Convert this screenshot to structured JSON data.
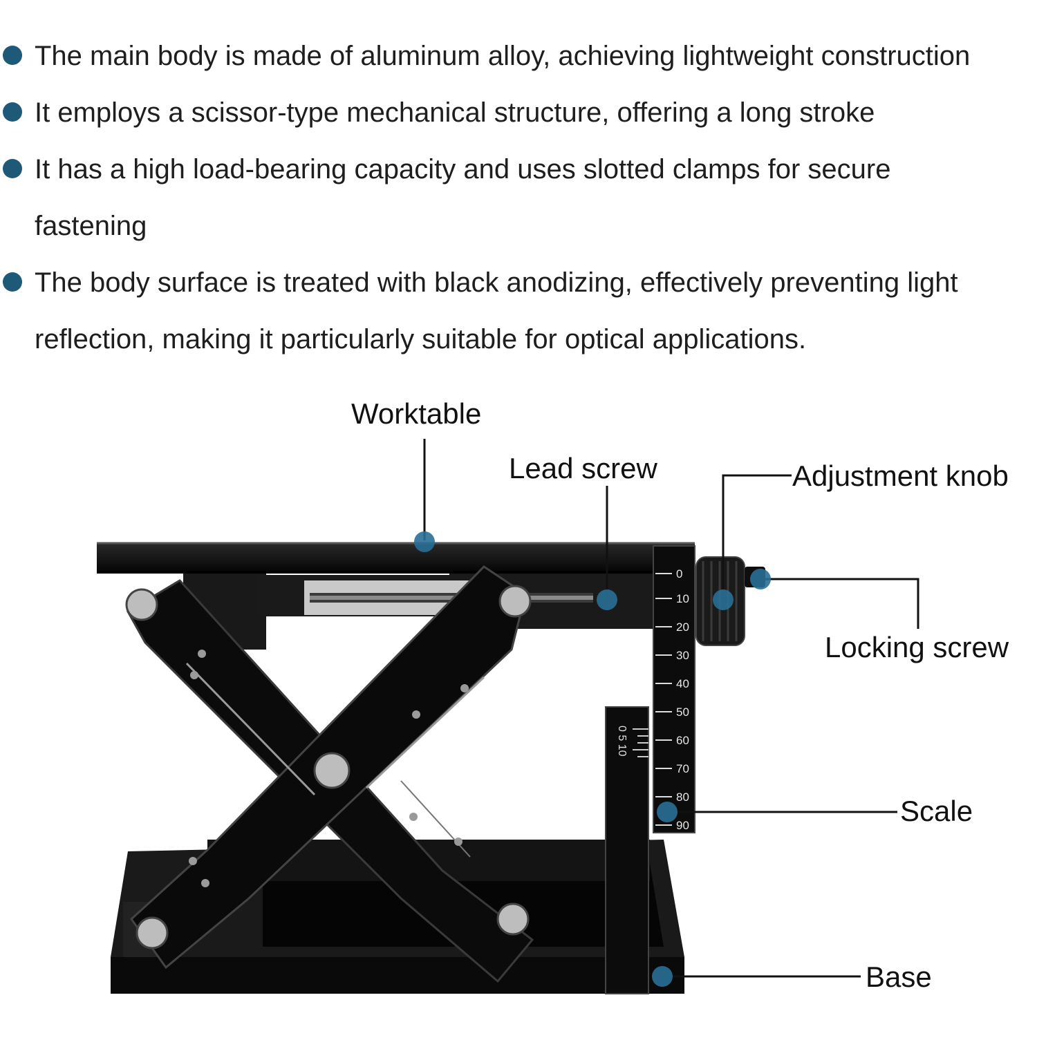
{
  "features": [
    "The main body is made of aluminum alloy, achieving lightweight construction",
    "It employs a scissor-type mechanical structure, offering a long stroke",
    "It has a high load-bearing capacity and uses slotted clamps for secure fastening",
    "The body surface is treated with black anodizing, effectively preventing light reflection, making it particularly suitable for optical applications."
  ],
  "labels": {
    "worktable": "Worktable",
    "lead_screw": "Lead screw",
    "adjustment_knob": "Adjustment knob",
    "locking_screw": "Locking screw",
    "scale": "Scale",
    "base": "Base"
  },
  "scale": {
    "main_ticks": [
      "0",
      "10",
      "20",
      "30",
      "40",
      "50",
      "60",
      "70",
      "80",
      "90"
    ],
    "vernier_label": "0 5 10"
  },
  "colors": {
    "bullet": "#1e5a78",
    "marker": "#2a6f96",
    "body": "#0b0b0b"
  }
}
